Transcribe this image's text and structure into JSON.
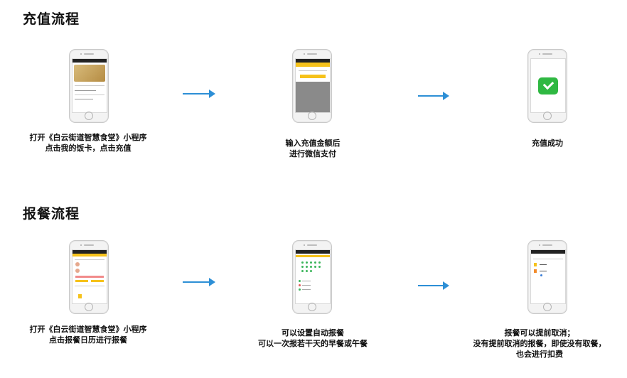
{
  "recharge": {
    "title": "充值流程",
    "steps": [
      {
        "caption": [
          "打开《白云街道智慧食堂》小程序",
          "点击我的饭卡，点击充值"
        ]
      },
      {
        "caption": [
          "输入充值金额后",
          "进行微信支付"
        ]
      },
      {
        "caption": [
          "充值成功"
        ]
      }
    ]
  },
  "meal": {
    "title": "报餐流程",
    "steps": [
      {
        "caption": [
          "打开《白云街道智慧食堂》小程序",
          "点击报餐日历进行报餐"
        ]
      },
      {
        "caption": [
          "可以设置自动报餐",
          "可以一次报若干天的早餐或午餐"
        ]
      },
      {
        "caption": [
          "报餐可以提前取消；",
          "没有提前取消的报餐，即使没有取餐，",
          "也会进行扣费"
        ]
      }
    ]
  },
  "colors": {
    "arrow": "#2d8fd6",
    "accent": "#f6c21b",
    "wechat": "#2fb842"
  },
  "icons": {
    "arrow": "arrow-right-icon",
    "wechat": "wechat-pay-icon"
  }
}
